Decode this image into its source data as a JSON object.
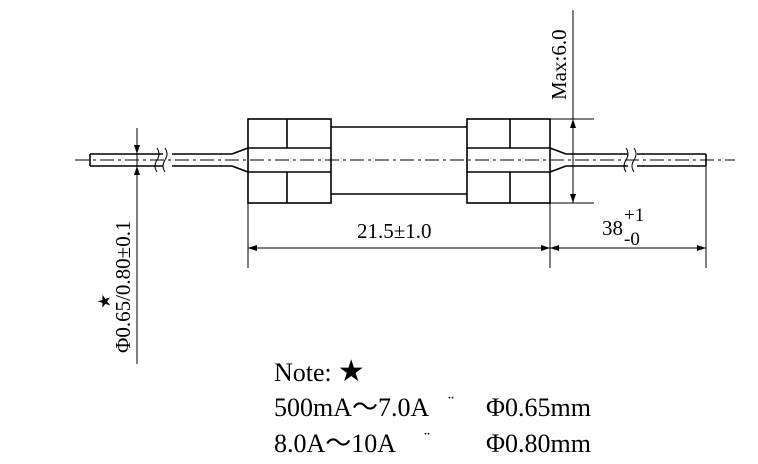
{
  "dimensions": {
    "max_height": "Max:6.0",
    "body_length": "21.5±1.0",
    "lead_length": "38",
    "lead_tol_plus": "+1",
    "lead_tol_minus": "-0",
    "lead_diameter": "Φ0.65/0.80±0.1",
    "star_marker": "★"
  },
  "notes": {
    "title": "Note:",
    "title_star": "★",
    "rows": [
      {
        "range": "500mA～7.0A",
        "mark": "¨",
        "diameter": "Φ0.65mm"
      },
      {
        "range": "8.0A～10A",
        "mark": "¨",
        "diameter": "Φ0.80mm"
      }
    ]
  }
}
